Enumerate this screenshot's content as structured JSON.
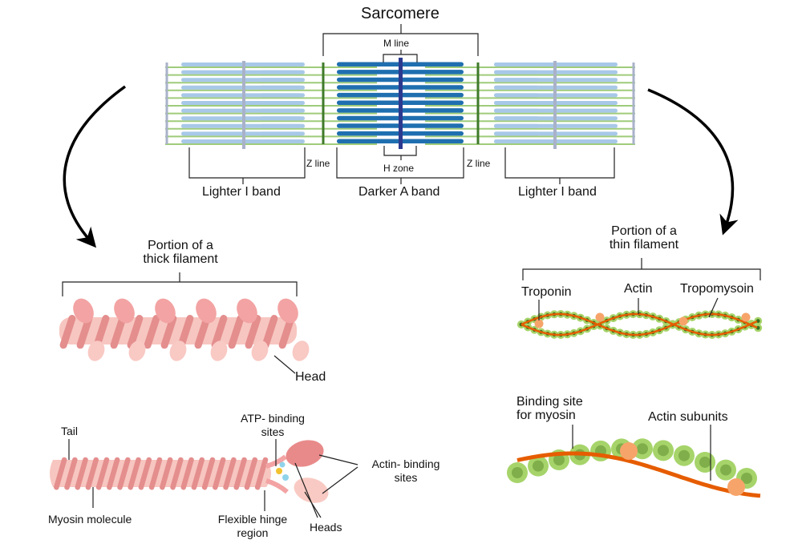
{
  "title": "Sarcomere",
  "sarcomere": {
    "m_line": "M line",
    "h_zone": "H zone",
    "z_line_left": "Z line",
    "z_line_right": "Z line",
    "i_band_left": "Lighter I band",
    "a_band": "Darker A band",
    "i_band_right": "Lighter I band"
  },
  "thick_filament": {
    "title_line1": "Portion of a",
    "title_line2": "thick filament",
    "head": "Head"
  },
  "thin_filament": {
    "title_line1": "Portion of a",
    "title_line2": "thin filament",
    "troponin": "Troponin",
    "actin": "Actin",
    "tropomyosin": "Tropomysoin"
  },
  "myosin": {
    "tail": "Tail",
    "atp_line1": "ATP- binding",
    "atp_line2": "sites",
    "actin_binding_line1": "Actin- binding",
    "actin_binding_line2": "sites",
    "molecule": "Myosin molecule",
    "hinge_line1": "Flexible hinge",
    "hinge_line2": "region",
    "heads": "Heads"
  },
  "actin_detail": {
    "binding_line1": "Binding site",
    "binding_line2": "for myosin",
    "subunits": "Actin subunits"
  },
  "colors": {
    "thin_green": "#9fcc7a",
    "thin_blue": "#a8c8e8",
    "thick_blue": "#1f6fb0",
    "m_line": "#2b3a8f",
    "z_disc": "#a9b2c9",
    "myosin_pink": "#f3a3a3",
    "actin_green": "#a6d46a",
    "actin_dark": "#3a6b1f",
    "tropomyosin": "#e65c00",
    "troponin": "#f7a46a"
  }
}
